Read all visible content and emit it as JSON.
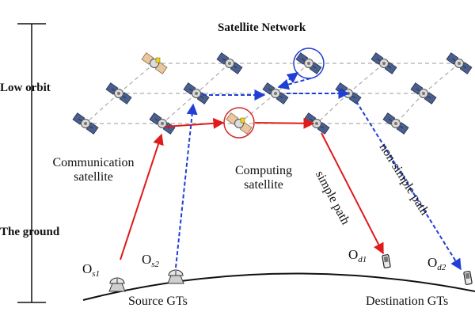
{
  "title": "Satellite Network",
  "layers": {
    "top": "Low orbit",
    "bottom": "The ground"
  },
  "labels": {
    "communication": [
      "Communication",
      "satellite"
    ],
    "computing": [
      "Computing",
      "satellite"
    ],
    "source": "Source GTs",
    "destination": "Destination GTs"
  },
  "paths": {
    "simple": "simple path",
    "nonsimple": "non-simple path"
  },
  "nodes": {
    "s1": {
      "main": "O",
      "sub": "s1"
    },
    "s2": {
      "main": "O",
      "sub": "s2"
    },
    "d1": {
      "main": "O",
      "sub": "d1"
    },
    "d2": {
      "main": "O",
      "sub": "d2"
    }
  },
  "colors": {
    "simple": "#e01b1b",
    "nonsimple": "#1f3fd6",
    "grid": "#9a9a9a",
    "highlight_red": "#d62828",
    "highlight_blue": "#1f3fd6"
  },
  "icons": {
    "satellite": "satellite-icon",
    "ground_station": "ground-station-icon",
    "phone": "mobile-terminal-icon"
  }
}
